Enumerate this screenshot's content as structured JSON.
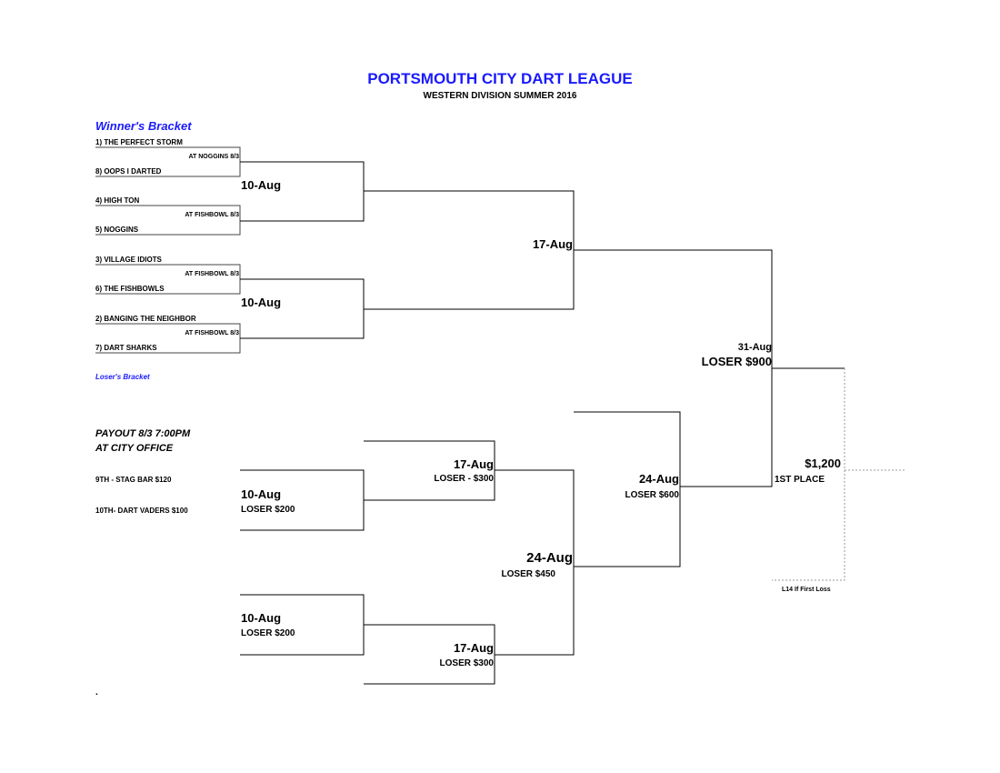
{
  "header": {
    "title": "PORTSMOUTH CITY DART LEAGUE",
    "subtitle": "WESTERN DIVISION SUMMER 2016"
  },
  "winners": {
    "label": "Winner's Bracket",
    "teams": [
      "1) THE PERFECT STORM",
      "8) OOPS I DARTED",
      "4) HIGH TON",
      "5) NOGGINS",
      "3) VILLAGE IDIOTS",
      "6) THE FISHBOWLS",
      "2) BANGING THE NEIGHBOR",
      "7) DART SHARKS"
    ],
    "venues": [
      "AT NOGGINS  8/3",
      "AT FISHBOWL  8/3",
      "AT FISHBOWL  8/3",
      "AT FISHBOWL  8/3"
    ],
    "round2": [
      "10-Aug",
      "10-Aug"
    ],
    "round3": "17-Aug",
    "final_date": "31-Aug",
    "final_loser": "LOSER $900"
  },
  "losers": {
    "label": "Loser's Bracket",
    "r1": [
      {
        "date": "10-Aug",
        "prize": "LOSER $200"
      },
      {
        "date": "10-Aug",
        "prize": "LOSER $200"
      }
    ],
    "r2": [
      {
        "date": "17-Aug",
        "prize": "LOSER - $300"
      },
      {
        "date": "17-Aug",
        "prize": "LOSER $300"
      }
    ],
    "r3": {
      "date": "24-Aug",
      "prize": "LOSER $450"
    },
    "r4": {
      "date": "24-Aug",
      "prize": "LOSER $600"
    }
  },
  "payout": {
    "line1": "PAYOUT 8/3 7:00PM",
    "line2": "AT CITY OFFICE",
    "ninth": "9TH - STAG BAR $120",
    "tenth": "10TH- DART VADERS $100"
  },
  "champion": {
    "amount": "$1,200",
    "label": "1ST PLACE",
    "note": "L14 If First Loss"
  },
  "footer_dot": ".",
  "colors": {
    "accent": "#1a1aff"
  }
}
